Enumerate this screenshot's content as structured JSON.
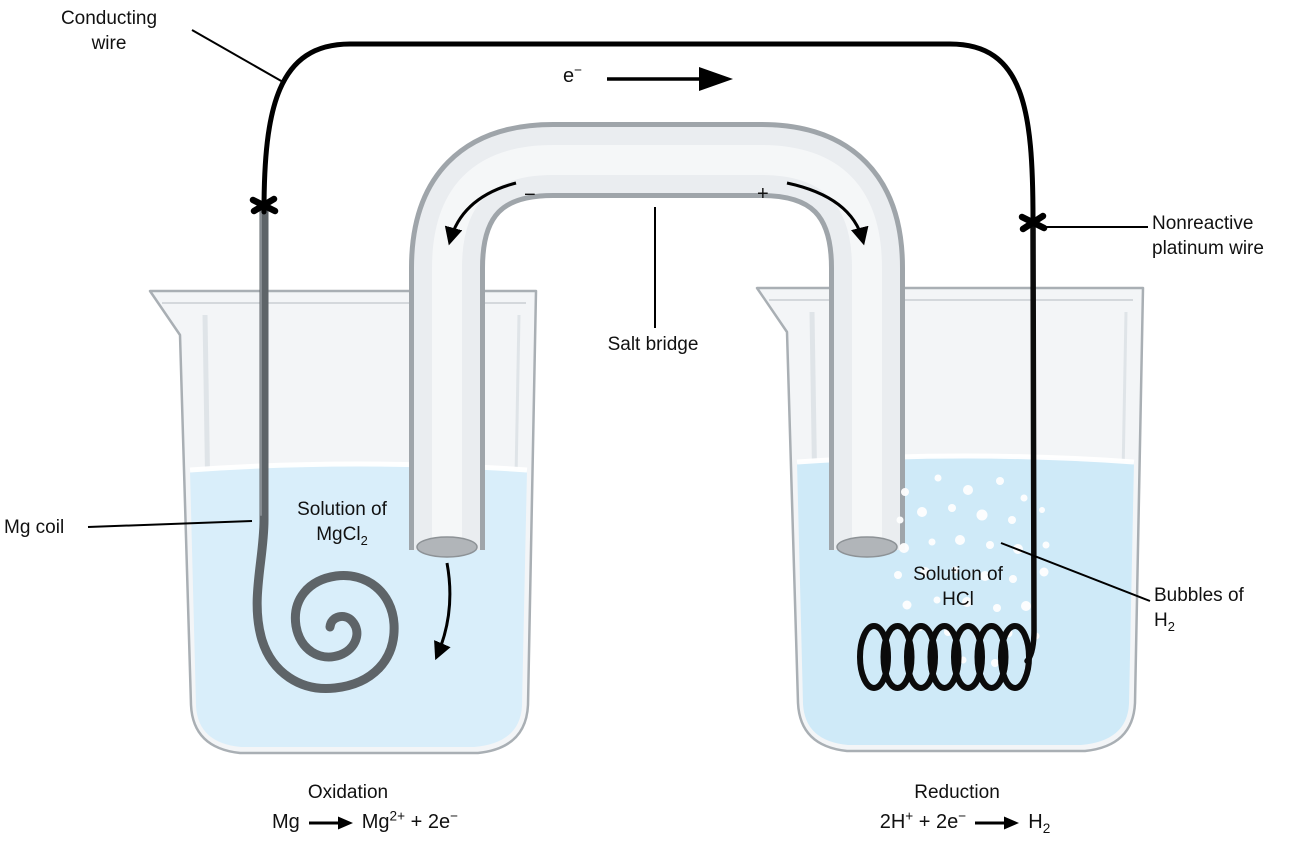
{
  "figure": {
    "type": "galvanic-cell-diagram",
    "labels": {
      "conducting_wire": "Conducting wire",
      "electron": "e^{−}",
      "minus": "−",
      "plus": "+",
      "salt_bridge": "Salt bridge",
      "nonreactive_platinum_wire": "Nonreactive platinum wire",
      "mg_coil": "Mg coil",
      "solution_left_line1": "Solution of",
      "solution_left_line2": "MgCl_{2}",
      "solution_right_line1": "Solution of",
      "solution_right_line2": "HCl",
      "bubbles_line1": "Bubbles of",
      "bubbles_line2": "H_{2}"
    },
    "left_half_cell": {
      "process_label": "Oxidation",
      "equation_lhs": "Mg",
      "equation_rhs": "Mg^{2+} + 2e^{−}"
    },
    "right_half_cell": {
      "process_label": "Reduction",
      "equation_lhs": "2H^{+} + 2e^{−}",
      "equation_rhs": "H_{2}"
    },
    "colors": {
      "solution_left": "#d9eefa",
      "solution_right": "#cfeaf8",
      "glass_fill": "#f0f3f5",
      "glass_stroke": "#a9afb4",
      "tube_fill": "#edeff2",
      "tube_stroke": "#9fa5aa",
      "electrode_mg": "#5e6468",
      "wire": "#000000"
    }
  }
}
